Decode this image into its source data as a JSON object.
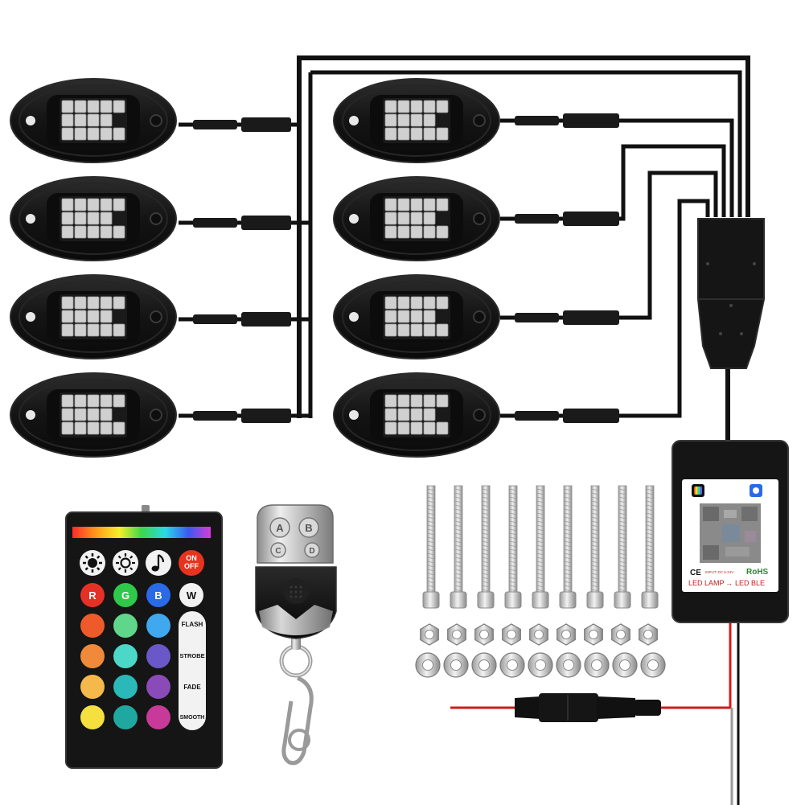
{
  "product": {
    "pod_count": 8,
    "screw_count": 9,
    "nut_count": 9,
    "washer_count": 9
  },
  "colors": {
    "pod_body": "#141414",
    "pod_rim": "#2a2a2a",
    "led_panel": "#cfcfcf",
    "wire": "#111111",
    "red_wire": "#d01c1c",
    "screw": "#c8c8c8",
    "remote_body": "#151515",
    "keyfob_chrome": "#c9c9c9"
  },
  "ir_remote": {
    "buttons": {
      "on_off": "ON\nOFF",
      "r": "R",
      "g": "G",
      "b": "B",
      "w": "W",
      "flash": "FLASH",
      "strobe": "STROBE",
      "fade": "FADE",
      "smooth": "SMOOTH"
    },
    "top_icons": [
      "brightness-up-icon",
      "brightness-down-icon",
      "music-icon"
    ],
    "color_buttons": [
      "#ee5a2a",
      "#5fd68a",
      "#3fa8ee",
      "#f08a3a",
      "#4bd8c8",
      "#6a58c8",
      "#f5b84a",
      "#2ab8b8",
      "#8a4ab8",
      "#f5e040",
      "#1fa8a0",
      "#c83a9a"
    ]
  },
  "key_fob": {
    "buttons": [
      "A",
      "B",
      "C",
      "D"
    ]
  },
  "controller": {
    "ce_mark": "CE",
    "input_text": "INPUT: DC 5-24V",
    "rohs": "RoHS",
    "flow_from": "LED LAMP",
    "flow_to": "LED BLE"
  }
}
